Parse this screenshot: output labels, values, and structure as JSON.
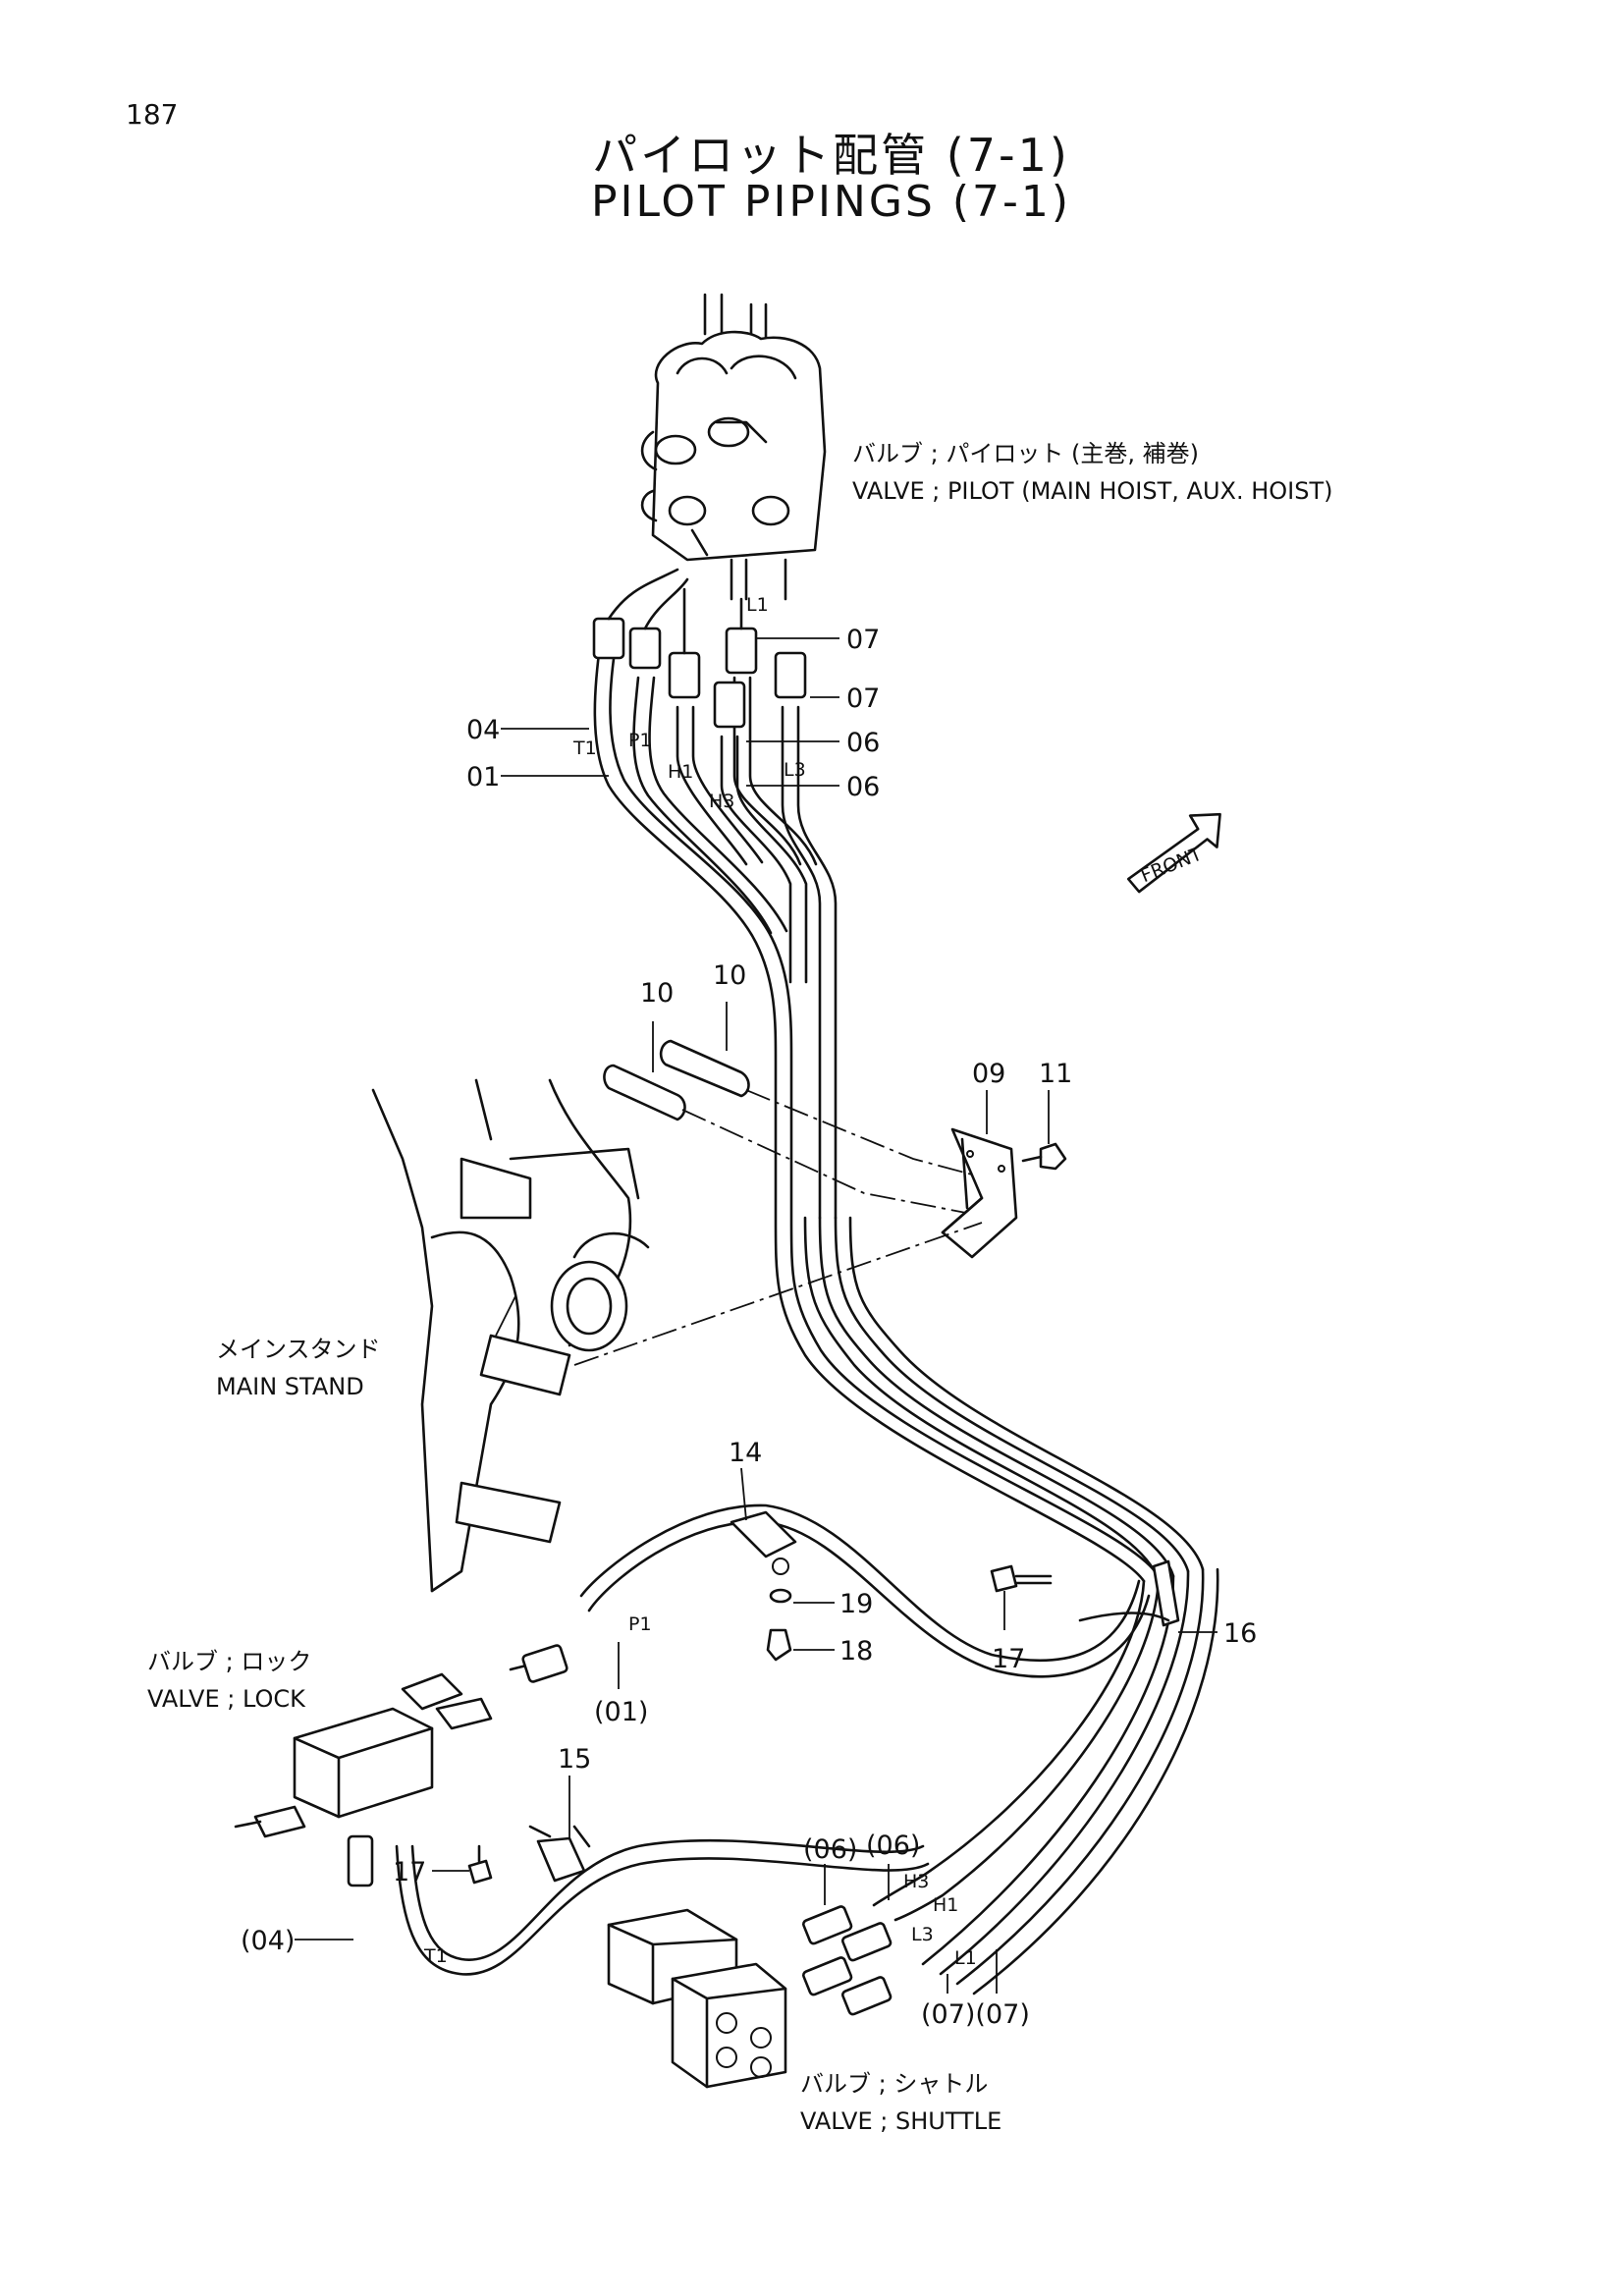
{
  "page_number": "187",
  "title_ja": "パイロット配管 (7-1)",
  "title_en": "PILOT PIPINGS (7-1)",
  "labels": {
    "valve_pilot_ja": "バルブ ; パイロット (主巻, 補巻)",
    "valve_pilot_en": "VALVE ; PILOT (MAIN HOIST, AUX. HOIST)",
    "main_stand_ja": "メインスタンド",
    "main_stand_en": "MAIN STAND",
    "valve_lock_ja": "バルブ ; ロック",
    "valve_lock_en": "VALVE ; LOCK",
    "valve_shuttle_ja": "バルブ ; シャトル",
    "valve_shuttle_en": "VALVE ; SHUTTLE",
    "front": "FRONT"
  },
  "port_labels": {
    "L1_top": "L1",
    "T1_top": "T1",
    "P1_top": "P1",
    "H1_top": "H1",
    "H3_top": "H3",
    "L3_top": "L3",
    "P1_lock": "P1",
    "T1_lock": "T1",
    "H3_bottom": "H3",
    "H1_bottom": "H1",
    "L3_bottom": "L3",
    "L1_bottom": "L1"
  },
  "callouts": {
    "c07a": "07",
    "c07b": "07",
    "c06a": "06",
    "c06b": "06",
    "c04": "04",
    "c01": "01",
    "c10a": "10",
    "c10b": "10",
    "c09": "09",
    "c11": "11",
    "c14": "14",
    "c19": "19",
    "c18": "18",
    "c17a": "17",
    "c16": "16",
    "c01p": "(01)",
    "c15": "15",
    "c17b": "17",
    "c04p": "(04)",
    "c06p_a": "(06)",
    "c06p_b": "(06)",
    "c07p": "(07)(07)"
  }
}
